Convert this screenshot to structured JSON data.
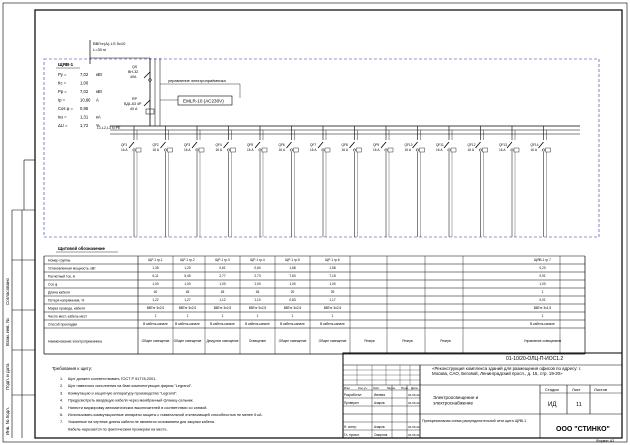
{
  "feeder": {
    "cable": "ВВГнг(А)-LS 5х10",
    "length": "L=30 м",
    "panel_label": "ЩЯВ-1"
  },
  "panel_params": [
    {
      "label": "Ру =",
      "value": "7,02",
      "unit": "кВт"
    },
    {
      "label": "Кс =",
      "value": "1,00",
      "unit": ""
    },
    {
      "label": "Рр =",
      "value": "7,02",
      "unit": "кВт"
    },
    {
      "label": "Ip =",
      "value": "10,66",
      "unit": "А"
    },
    {
      "label": "Cos φ =",
      "value": "0,95",
      "unit": ""
    },
    {
      "label": "Iкз =",
      "value": "1,31",
      "unit": "кА"
    },
    {
      "label": "ΔU =",
      "value": "1,72",
      "unit": "%"
    }
  ],
  "main_breaker": {
    "name": "QS",
    "type": "ВН-32",
    "rating": "40А"
  },
  "monitor_box": "управление электроприёмника",
  "relay_box": "EMLR-10 (АС230V)",
  "rcd": {
    "name": "RP",
    "type": "ВД1-63 4Р",
    "rating": "40 А"
  },
  "busbar_label": "L1,L2,L3 N PE",
  "breakers": [
    {
      "name": "QF1",
      "rating": "16 А"
    },
    {
      "name": "QF2",
      "rating": "16 А"
    },
    {
      "name": "QF3",
      "rating": "16 А"
    },
    {
      "name": "QF4",
      "rating": "16 А"
    },
    {
      "name": "QF5",
      "rating": "16 А"
    },
    {
      "name": "QF6",
      "rating": "16 А"
    },
    {
      "name": "QF7",
      "rating": "16 А"
    },
    {
      "name": "QF8",
      "rating": "16 А"
    },
    {
      "name": "QF9",
      "rating": "16 А"
    },
    {
      "name": "QF10",
      "rating": "16 А"
    },
    {
      "name": "QF11",
      "rating": "16 А"
    },
    {
      "name": "QF12",
      "rating": "16 А"
    },
    {
      "name": "QF13",
      "rating": "16 А"
    },
    {
      "name": "QF14",
      "rating": "16 А"
    }
  ],
  "table": {
    "header": "Щитовой обозначение",
    "row_labels": [
      "Номер группы",
      "Установленная мощность, кВт",
      "Расчетный ток, А",
      "Cos φ",
      "Длина кабеля",
      "Потеря напряжения, %",
      "Марка провода, кабеля",
      "Число мест, кабель мест",
      "Способ прокладки",
      "Наименование электроприемника"
    ],
    "columns": [
      {
        "cells": [
          "ЩР-1 гр.1",
          "1,35",
          "6,11",
          "1,00",
          "40",
          "1,22",
          "ВВГнг 3х2,5",
          "1",
          "В кабель-канале",
          "Общее освещение"
        ]
      },
      {
        "cells": [
          "ЩР-1 гр.2",
          "1,20",
          "5,45",
          "1,00",
          "45",
          "1,27",
          "ВВГнг 3х2,5",
          "1",
          "В кабель-канале",
          "Общее освещение"
        ]
      },
      {
        "cells": [
          "ЩР-1 гр.3",
          "0,61",
          "2,77",
          "1,00",
          "45",
          "1,12",
          "ВВГнг 3х2,5",
          "1",
          "В кабель-канале",
          "Дежурное освещение"
        ]
      },
      {
        "cells": [
          "ЩР-1 гр.4",
          "0,60",
          "2,73",
          "1,00",
          "45",
          "1,10",
          "ВВГнг 3х2,5",
          "1",
          "В кабель-канале",
          "Освещение"
        ]
      },
      {
        "cells": [
          "ЩР-1 гр.5",
          "1,68",
          "7,63",
          "1,00",
          "20",
          "0,83",
          "ВВГнг 3х2,5",
          "1",
          "В кабель-канале",
          "Общее освещение"
        ]
      },
      {
        "cells": [
          "ЩР-1 гр.6",
          "1,58",
          "7,18",
          "1,00",
          "25",
          "1,17",
          "ВВГнг 3х2,5",
          "1",
          "В кабель-канале",
          "Общее освещение"
        ]
      },
      {
        "cells": [
          "",
          "",
          "",
          "",
          "",
          "",
          "",
          "",
          "",
          "Резерв"
        ]
      },
      {
        "cells": [
          "",
          "",
          "",
          "",
          "",
          "",
          "",
          "",
          "",
          "Резерв"
        ]
      },
      {
        "cells": [
          "",
          "",
          "",
          "",
          "",
          "",
          "",
          "",
          "",
          "Резерв"
        ]
      },
      {
        "cells": [
          "ЩЯВ-1 гр.7",
          "0,20",
          "0,91",
          "1,00",
          "1",
          "0,01",
          "ВВГнг 3х1,5",
          "1",
          "В кабель-канале",
          "Управление освещением"
        ]
      }
    ]
  },
  "notes": {
    "title": "Требования к щиту:",
    "items": [
      {
        "n": "1.",
        "text": "Щит должен соответствовать ГОСТ Р 51778-2001."
      },
      {
        "n": "2.",
        "text": "Щит навесного исполнения на базе комплектующих фирмы \"Legrand\"."
      },
      {
        "n": "3.",
        "text": "Коммутацию и защитную аппаратуру производства \"Legrand\"."
      },
      {
        "n": "4.",
        "text": "Предусмотреть вводящую кабеля через мембранный фланец-сальник."
      },
      {
        "n": "5.",
        "text": "Нанести маркировку автоматических выключателей в соответствии со схемой."
      },
      {
        "n": "6.",
        "text": "Использовать коммутационные аппараты защиты с номинальной отключающей способностью не менее 6 кА."
      },
      {
        "n": "7.",
        "text": "Указанные на чертеже длины кабеля не являются основанием для закупки кабеля."
      },
      {
        "n": "",
        "text": "Кабель нарезается по фактическим промерам на месте."
      }
    ]
  },
  "titleblock": {
    "doc_code": "01-10/20-ОЛЦ-П-ИОС1.2",
    "project": "«Реконструкция комплекса зданий для размещения офисов по адресу: г. Москва, САО, Беговой, Ленинградский просп., д. 15, стр. 19-20»",
    "section": "Электроосвещение и электроснабжение",
    "sheet_title": "Принципиальная схема распределительной сети щита ЩЯВ-1",
    "stage_label": "Стадия",
    "sheet_label": "Лист",
    "sheets_label": "Листов",
    "stage": "ИД",
    "sheet": "11",
    "sheets": "",
    "company": "ООО \"СТИНКО\"",
    "format": "Формат А3",
    "row_headers": [
      "Изм.",
      "Кол.уч.",
      "Лист",
      "№док.",
      "Подп.",
      "Дата"
    ],
    "signatures": [
      {
        "role": "Разработал",
        "name": "Ивлева",
        "date": "04.06.21"
      },
      {
        "role": "Проверил",
        "name": "Азаров",
        "date": "04.06.21"
      },
      {
        "role": "Н. контр.",
        "name": "Азаров",
        "date": "04.06.21"
      },
      {
        "role": "Гл. проект.",
        "name": "Смирнов",
        "date": "04.06.21"
      }
    ]
  },
  "side_labels": [
    "Согласовано",
    "Взам. инв. №",
    "Подп. и дата",
    "Инв. № подл."
  ]
}
